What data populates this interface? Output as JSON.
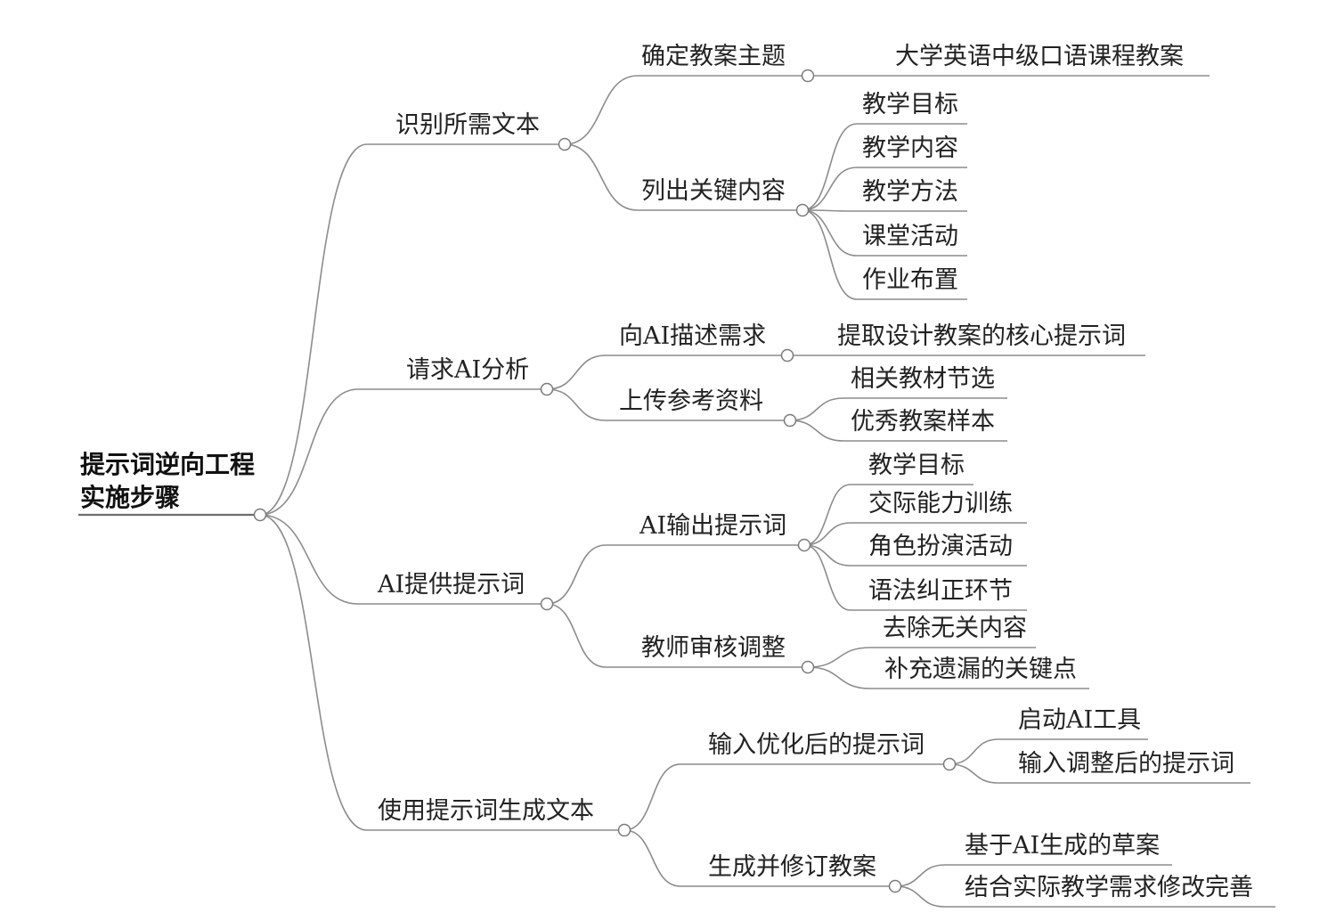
{
  "root": {
    "label_lines": [
      "提示词逆向工程",
      "实施步骤"
    ]
  },
  "branches": [
    {
      "label": "识别所需文本",
      "children": [
        {
          "label": "确定教案主题",
          "children": [
            "大学英语中级口语课程教案"
          ]
        },
        {
          "label": "列出关键内容",
          "children": [
            "教学目标",
            "教学内容",
            "教学方法",
            "课堂活动",
            "作业布置"
          ]
        }
      ]
    },
    {
      "label": "请求AI分析",
      "children": [
        {
          "label": "向AI描述需求",
          "children": [
            "提取设计教案的核心提示词"
          ]
        },
        {
          "label": "上传参考资料",
          "children": [
            "相关教材节选",
            "优秀教案样本"
          ]
        }
      ]
    },
    {
      "label": "AI提供提示词",
      "children": [
        {
          "label": "AI输出提示词",
          "children": [
            "教学目标",
            "交际能力训练",
            "角色扮演活动",
            "语法纠正环节"
          ]
        },
        {
          "label": "教师审核调整",
          "children": [
            "去除无关内容",
            "补充遗漏的关键点"
          ]
        }
      ]
    },
    {
      "label": "使用提示词生成文本",
      "children": [
        {
          "label": "输入优化后的提示词",
          "children": [
            "启动AI工具",
            "输入调整后的提示词"
          ]
        },
        {
          "label": "生成并修订教案",
          "children": [
            "基于AI生成的草案",
            "结合实际教学需求修改完善"
          ]
        }
      ]
    }
  ]
}
